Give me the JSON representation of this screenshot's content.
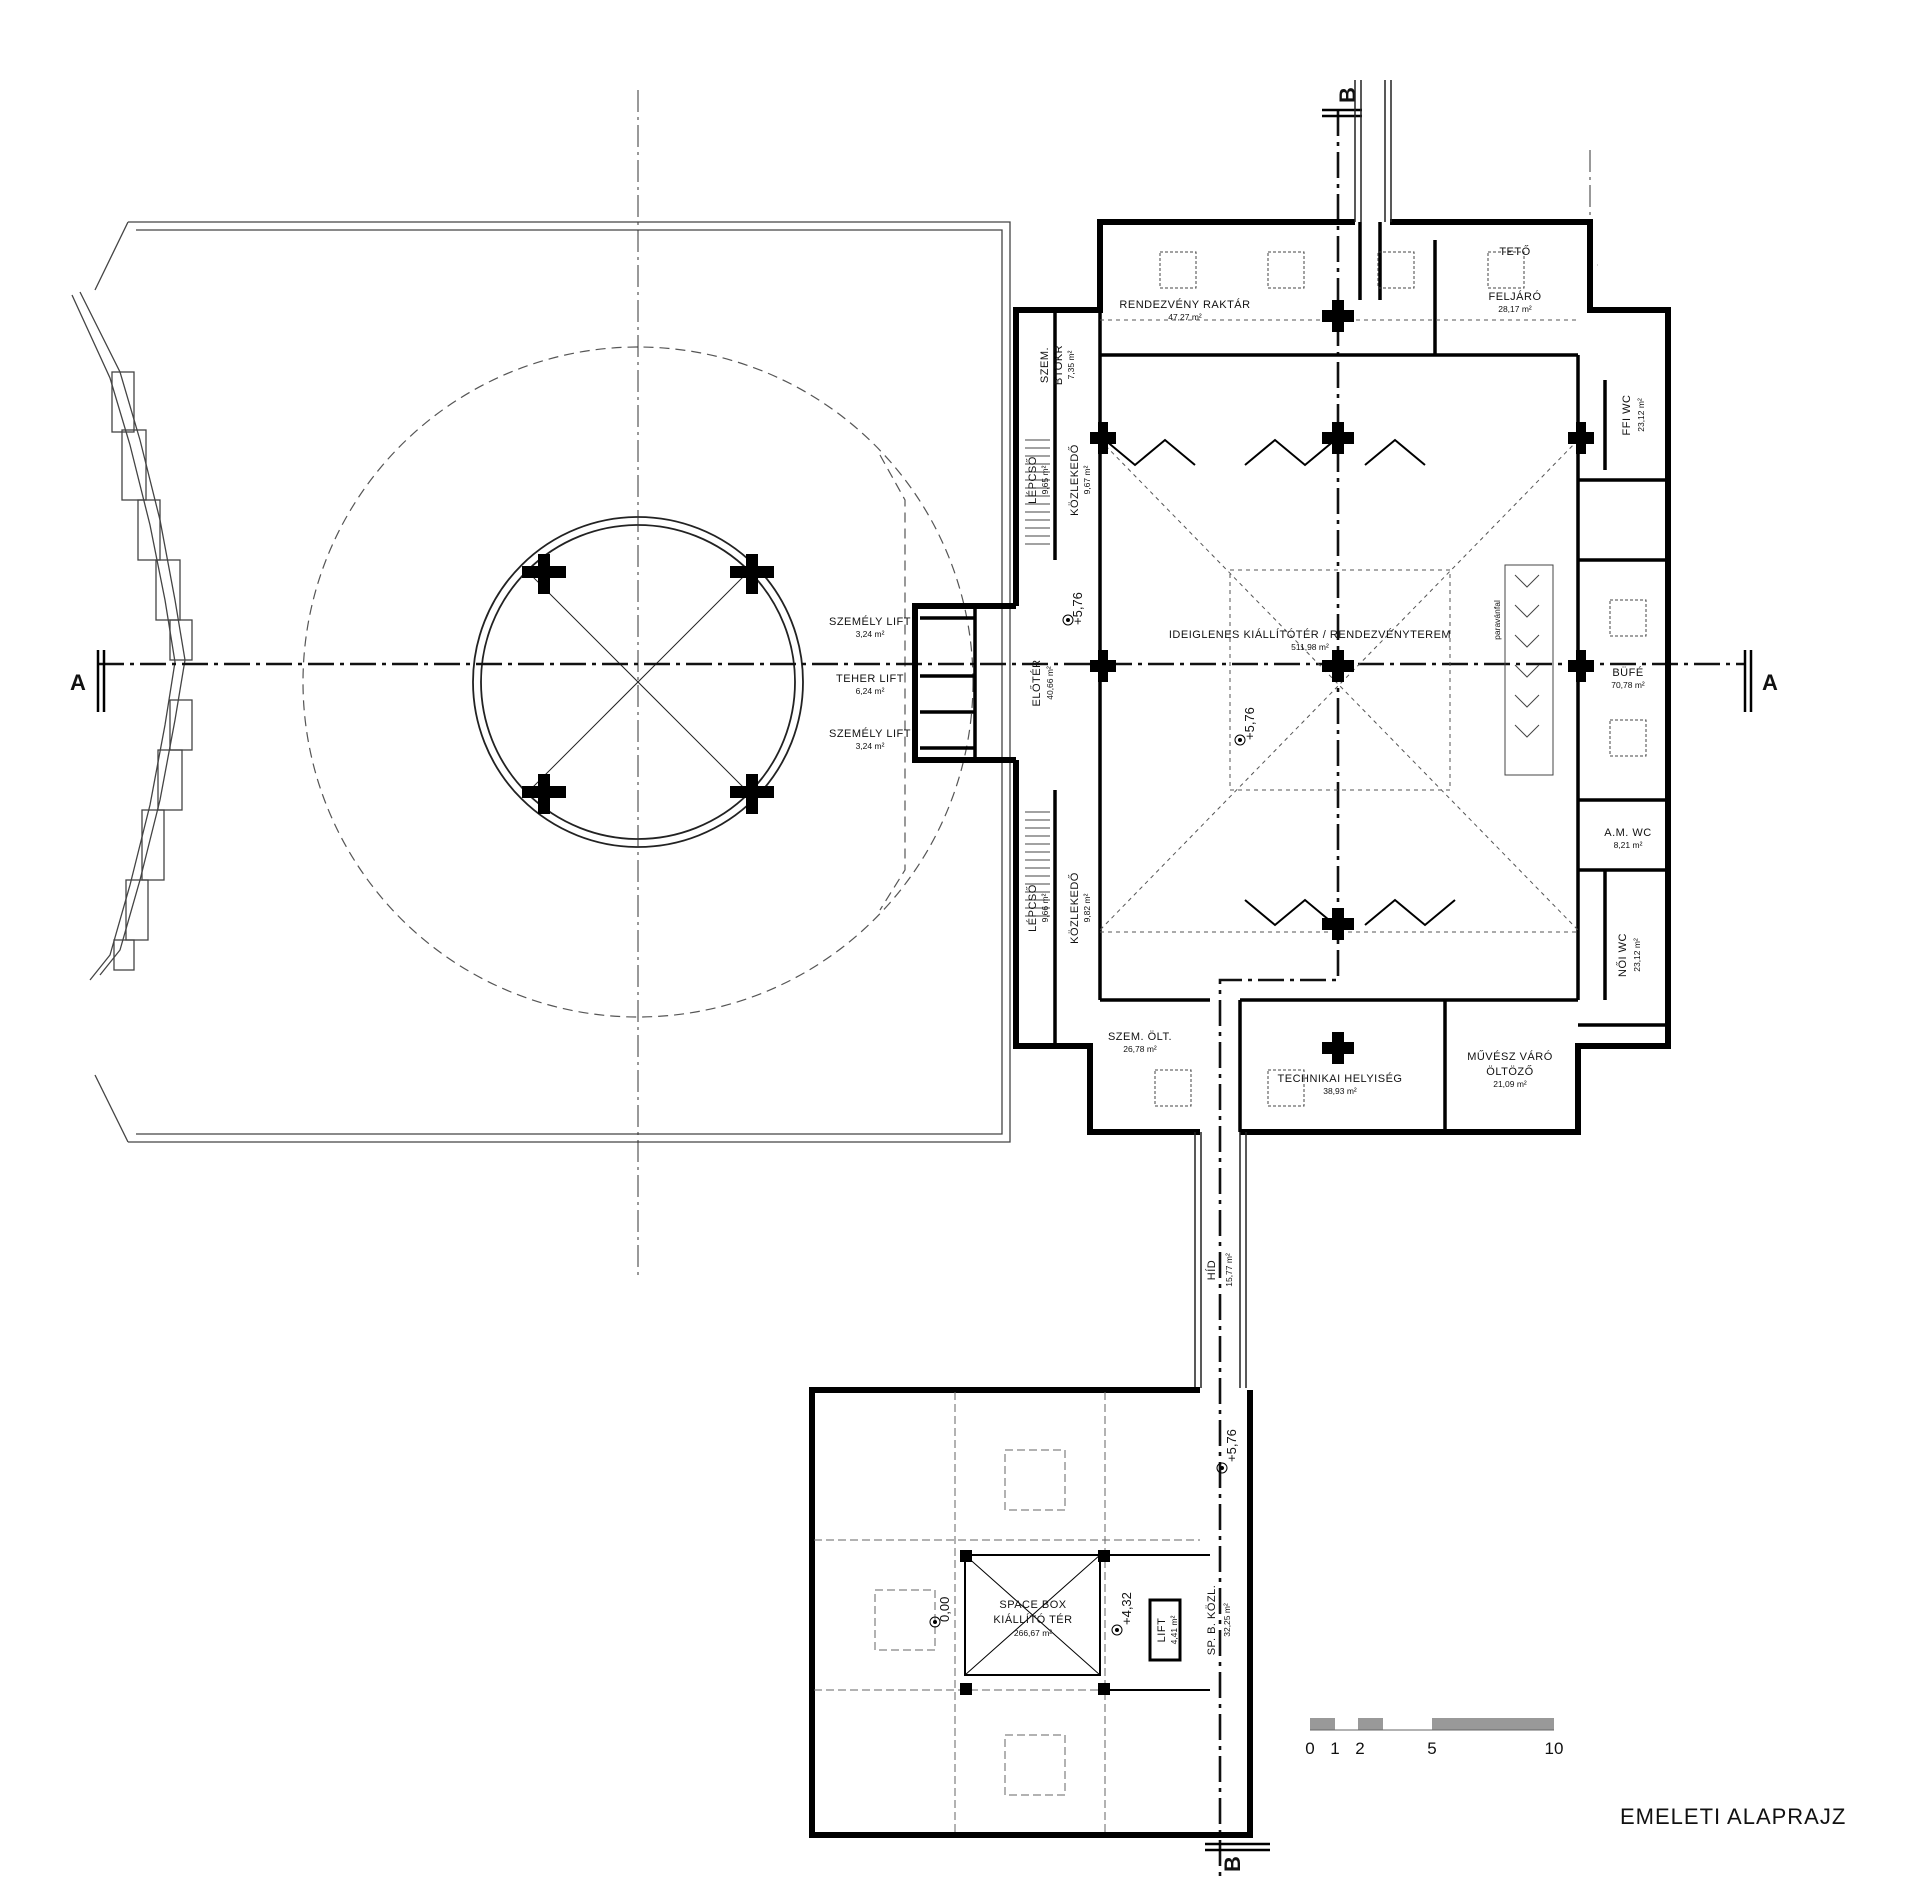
{
  "title": "EMELETI ALAPRAJZ",
  "section_marks": {
    "a_left": "A",
    "a_right": "A",
    "b_top": "B",
    "b_bottom": "B"
  },
  "rooms": {
    "raktar": {
      "name": "RENDEZVÉNY RAKTÁR",
      "area": "47,27 m²"
    },
    "teto": {
      "name1": "TETŐ",
      "name2": "FELJÁRÓ",
      "area": "28,17 m²"
    },
    "szemb": {
      "name1": "SZEM.",
      "name2": "BTOKR",
      "area": "7,35 m²"
    },
    "lepcso1": {
      "name": "LÉPCSŐ",
      "area": "9,65 m²"
    },
    "kozl1": {
      "name": "KÖZLEKEDŐ",
      "area": "9,67 m²"
    },
    "ffiwc": {
      "name": "FFI WC",
      "area": "23,12 m²"
    },
    "szlift1": {
      "name": "SZEMÉLY LIFT",
      "area": "3,24 m²"
    },
    "tlift": {
      "name": "TEHER LIFT",
      "area": "6,24 m²"
    },
    "szlift2": {
      "name": "SZEMÉLY LIFT",
      "area": "3,24 m²"
    },
    "eloter": {
      "name": "ELŐTÉR",
      "area": "40,66 m²"
    },
    "main": {
      "name": "IDEIGLENES KIÁLLÍTÓTÉR / RENDEZVÉNYTEREM",
      "area": "511,98 m²"
    },
    "paravan": {
      "name": "paravánfal"
    },
    "bufe": {
      "name": "BÜFÉ",
      "area": "70,78 m²"
    },
    "amwc": {
      "name": "A.M. WC",
      "area": "8,21 m²"
    },
    "lepcso2": {
      "name": "LÉPCSŐ",
      "area": "9,66 m²"
    },
    "kozl2": {
      "name": "KÖZLEKEDŐ",
      "area": "9,82 m²"
    },
    "noiwc": {
      "name": "NŐI WC",
      "area": "23,12 m²"
    },
    "szemolt": {
      "name": "SZEM. ÖLT.",
      "area": "26,78 m²"
    },
    "tech": {
      "name": "TECHNIKAI HELYISÉG",
      "area": "38,93 m²"
    },
    "muvesz": {
      "name1": "MŰVÉSZ VÁRÓ",
      "name2": "ÖLTÖZŐ",
      "area": "21,09 m²"
    },
    "hid": {
      "name": "HÍD",
      "area": "15,77 m²"
    },
    "space": {
      "name1": "SPACE BOX",
      "name2": "KIÁLLÍTÓ TÉR",
      "area": "266,67 m²"
    },
    "lift": {
      "name": "LIFT",
      "area": "4,41 m²"
    },
    "spbkozl": {
      "name": "SP. B. KÖZL.",
      "area": "32,25 m²"
    }
  },
  "levels": {
    "eloter": "+5,76",
    "main": "+5,76",
    "hid": "+5,76",
    "space": "0,00",
    "spacebox": "+4,32"
  },
  "scale_bar": {
    "labels": [
      "0",
      "1",
      "2",
      "5",
      "10"
    ]
  }
}
